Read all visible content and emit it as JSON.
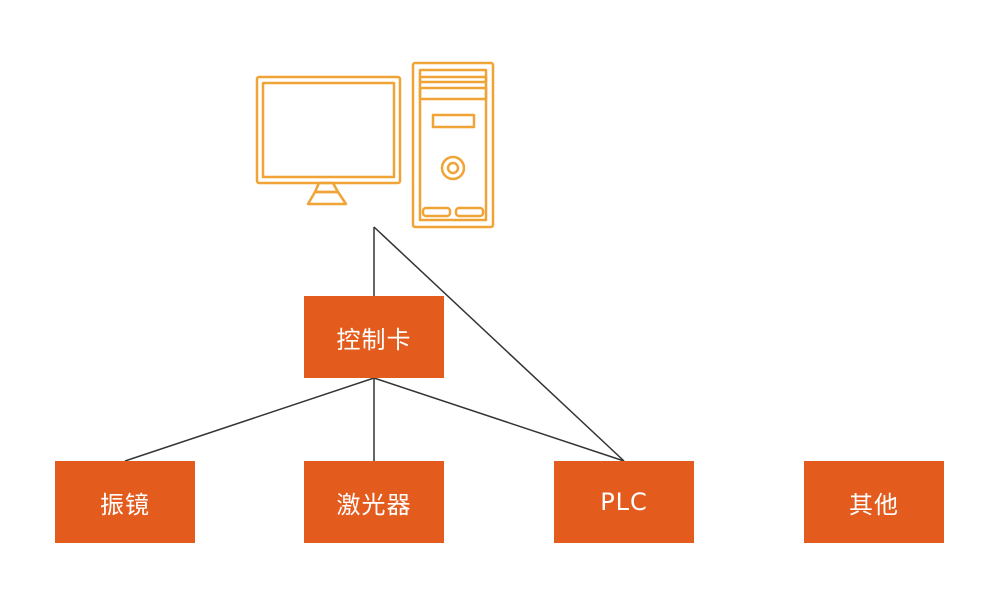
{
  "colors": {
    "node_fill": "#e35c1e",
    "icon_stroke": "#f0a436",
    "connector": "#333333",
    "node_text": "#ffffff"
  },
  "icons": {
    "computer": "desktop-monitor-icon",
    "tower": "pc-tower-icon"
  },
  "nodes": {
    "control_card": "控制卡",
    "galvo": "振镜",
    "laser": "激光器",
    "plc": "PLC",
    "other": "其他"
  }
}
